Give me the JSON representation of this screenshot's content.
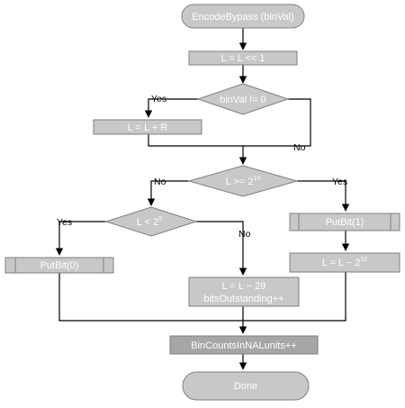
{
  "diagram": {
    "nodes": {
      "start": "EncodeBypass (binVal)",
      "shift": "L = L << 1",
      "cond_binval": "binVal != 0",
      "add_r": "L = L + R",
      "cond_ge": {
        "base": "L >= 2",
        "exp": "10"
      },
      "cond_lt": {
        "base": "L < 2",
        "exp": "9"
      },
      "putbit1": "PutBit(1)",
      "sub": {
        "base": "L = L  −  2",
        "exp": "10"
      },
      "putbit0": "PutBit(0)",
      "outstanding_line1": "L = L  −  29",
      "outstanding_line2": "bitsOutstanding++",
      "bincount": "BinCountsInNALunits++",
      "done": "Done"
    },
    "edge_labels": {
      "binval_yes": "Yes",
      "binval_no": "No",
      "ge_no": "No",
      "ge_yes": "Yes",
      "lt_yes": "Yes",
      "lt_no": "No"
    }
  }
}
